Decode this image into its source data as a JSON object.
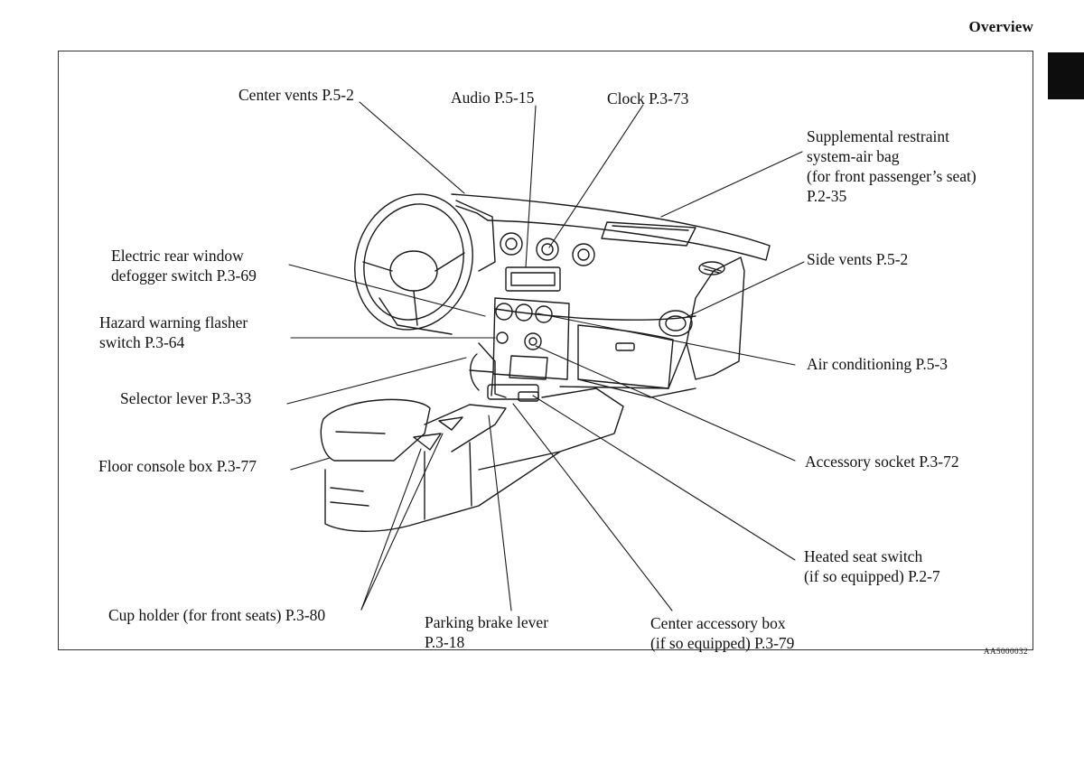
{
  "header": {
    "title": "Overview"
  },
  "labels": {
    "center_vents": "Center vents P.5-2",
    "audio": "Audio P.5-15",
    "clock": "Clock P.3-73",
    "airbag": [
      "Supplemental restraint",
      "system-air bag",
      "(for front passenger’s seat)",
      "P.2-35"
    ],
    "defogger": [
      "Electric rear window",
      "defogger switch P.3-69"
    ],
    "side_vents": "Side vents P.5-2",
    "hazard": [
      "Hazard warning flasher",
      "switch P.3-64"
    ],
    "air_conditioning": "Air conditioning P.5-3",
    "selector": "Selector lever P.3-33",
    "accessory_socket": "Accessory socket P.3-72",
    "console_box": "Floor console box P.3-77",
    "heated_seat": [
      "Heated seat switch",
      "(if so equipped) P.2-7"
    ],
    "cup_holder": "Cup holder (for front seats) P.3-80",
    "parking_brake": [
      "Parking brake lever",
      "P.3-18"
    ],
    "center_box": [
      "Center accessory box",
      "(if so equipped) P.3-79"
    ]
  },
  "figure_code": "AA5000032"
}
